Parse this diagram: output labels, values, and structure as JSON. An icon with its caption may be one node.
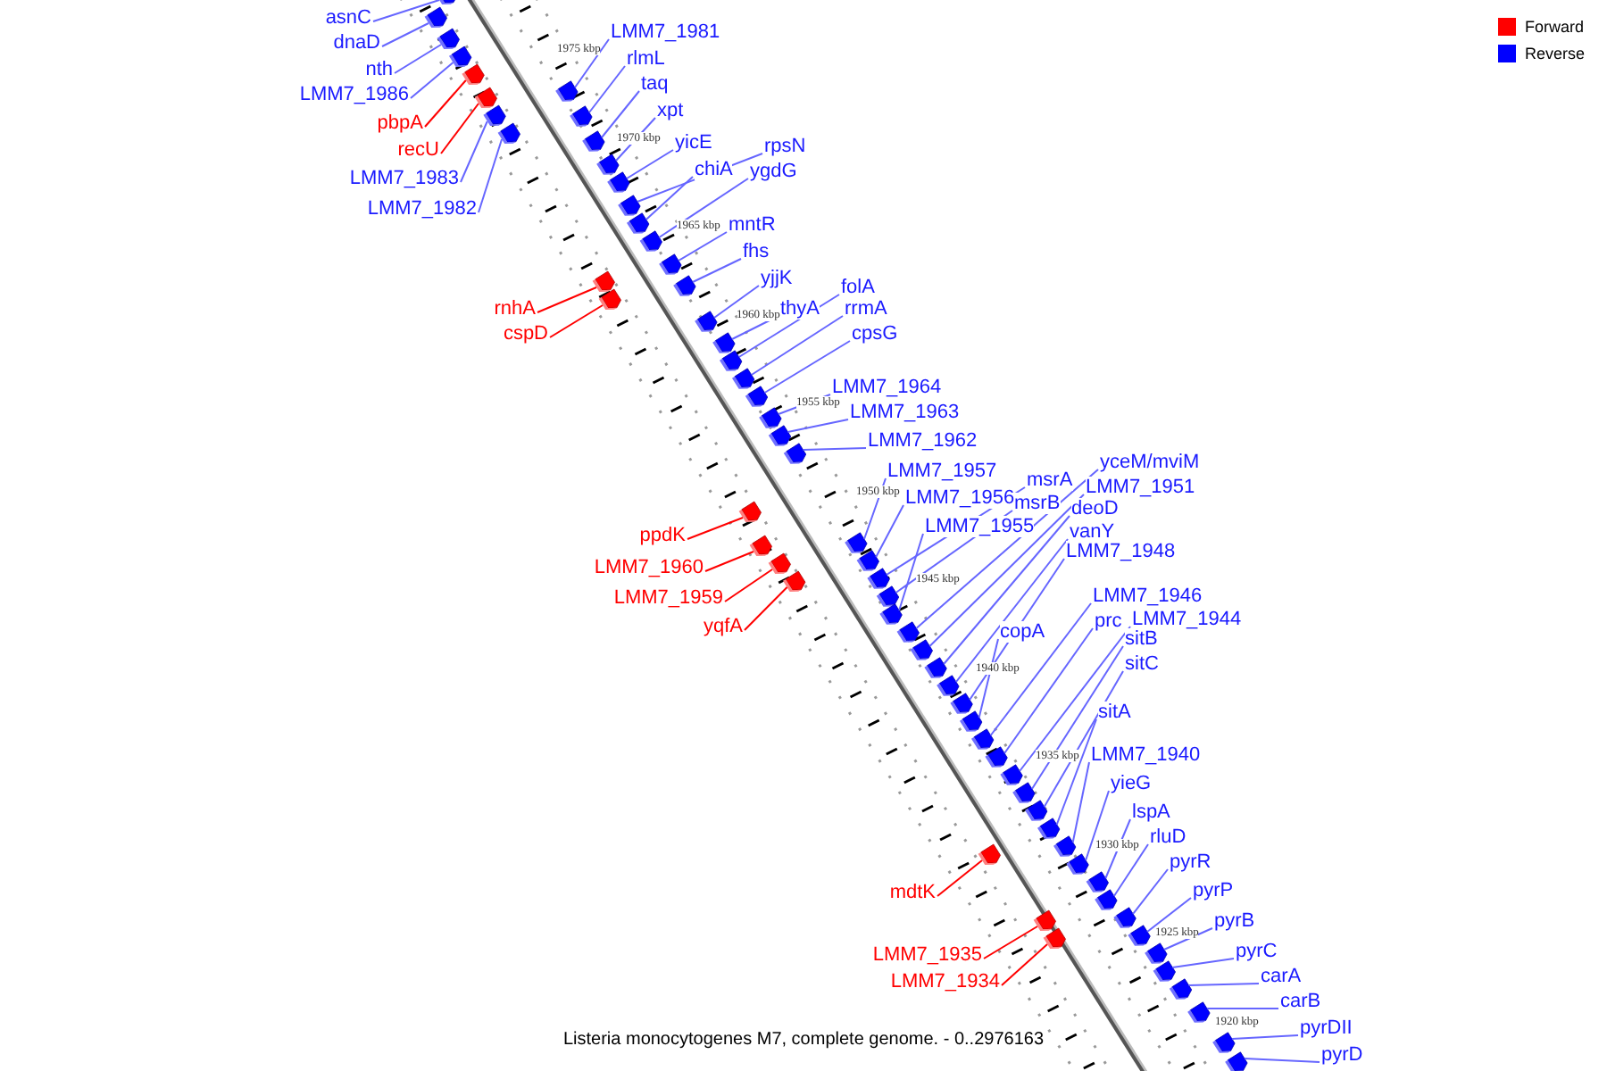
{
  "diagram": {
    "caption": "Listeria monocytogenes M7, complete genome. - 0..2976163",
    "nodes": [
      {
        "text": [
          "asnC"
        ]
      },
      {
        "text": [
          "dnaD"
        ]
      },
      {
        "text": [
          "nth"
        ]
      },
      {
        "text": [
          "LMM7_1986"
        ]
      },
      {
        "text": [
          "pbpA"
        ]
      },
      {
        "text": [
          "recU"
        ]
      },
      {
        "text": [
          "LMM7_1983"
        ]
      },
      {
        "text": [
          "LMM7_1982"
        ]
      },
      {
        "text": [
          "rnhA"
        ]
      },
      {
        "text": [
          "cspD"
        ]
      },
      {
        "text": [
          "ppdK"
        ]
      },
      {
        "text": [
          "LMM7_1960"
        ]
      },
      {
        "text": [
          "LMM7_1959"
        ]
      },
      {
        "text": [
          "yqfA"
        ]
      },
      {
        "text": [
          "mdtK"
        ]
      },
      {
        "text": [
          "LMM7_1935"
        ]
      },
      {
        "text": [
          "LMM7_1934"
        ]
      },
      {
        "text": [
          "LMM7_1981"
        ]
      },
      {
        "text": [
          "rlmL"
        ]
      },
      {
        "text": [
          "taq"
        ]
      },
      {
        "text": [
          "xpt"
        ]
      },
      {
        "text": [
          "yicE"
        ]
      },
      {
        "text": [
          "rpsN"
        ]
      },
      {
        "text": [
          "chiA"
        ]
      },
      {
        "text": [
          "ygdG"
        ]
      },
      {
        "text": [
          "mntR"
        ]
      },
      {
        "text": [
          "fhs"
        ]
      },
      {
        "text": [
          "yjjK"
        ]
      },
      {
        "text": [
          "folA"
        ]
      },
      {
        "text": [
          "thyA"
        ]
      },
      {
        "text": [
          "rrmA"
        ]
      },
      {
        "text": [
          "cpsG"
        ]
      },
      {
        "text": [
          "LMM7_1964"
        ]
      },
      {
        "text": [
          "LMM7_1963"
        ]
      },
      {
        "text": [
          "LMM7_1962"
        ]
      },
      {
        "text": [
          "LMM7_1957"
        ]
      },
      {
        "text": [
          "yceM/mviM"
        ]
      },
      {
        "text": [
          "msrA"
        ]
      },
      {
        "text": [
          "LMM7_1951"
        ]
      },
      {
        "text": [
          "LMM7_1956"
        ]
      },
      {
        "text": [
          "msrB"
        ]
      },
      {
        "text": [
          "deoD"
        ]
      },
      {
        "text": [
          "LMM7_1955"
        ]
      },
      {
        "text": [
          "vanY"
        ]
      },
      {
        "text": [
          "LMM7_1948"
        ]
      },
      {
        "text": [
          "LMM7_1946"
        ]
      },
      {
        "text": [
          "LMM7_1944"
        ]
      },
      {
        "text": [
          "prc"
        ]
      },
      {
        "text": [
          "copA"
        ]
      },
      {
        "text": [
          "sitB"
        ]
      },
      {
        "text": [
          "sitC"
        ]
      },
      {
        "text": [
          "sitA"
        ]
      },
      {
        "text": [
          "LMM7_1940"
        ]
      },
      {
        "text": [
          "yieG"
        ]
      },
      {
        "text": [
          "lspA"
        ]
      },
      {
        "text": [
          "rluD"
        ]
      },
      {
        "text": [
          "pyrR"
        ]
      },
      {
        "text": [
          "pyrP"
        ]
      },
      {
        "text": [
          "pyrB"
        ]
      },
      {
        "text": [
          "pyrC"
        ]
      },
      {
        "text": [
          "carA"
        ]
      },
      {
        "text": [
          "carB"
        ]
      },
      {
        "text": [
          "pyrDII"
        ]
      },
      {
        "text": [
          "pyrD"
        ]
      },
      {
        "text": [],
        "shape": "bar"
      },
      {
        "text": [],
        "shape": "bar"
      },
      {
        "text": [],
        "shape": "bar"
      },
      {
        "text": [],
        "shape": "bar"
      },
      {
        "text": [],
        "shape": "bar"
      },
      {
        "text": [],
        "shape": "bar"
      },
      {
        "text": [],
        "shape": "bar"
      },
      {
        "text": [],
        "shape": "bar"
      },
      {
        "text": [],
        "shape": "bar"
      },
      {
        "text": [],
        "shape": "bar"
      },
      {
        "text": [],
        "shape": "bar"
      },
      {
        "text": [],
        "shape": "bar"
      },
      {
        "text": [],
        "shape": "bar"
      },
      {
        "text": [],
        "shape": "bar"
      },
      {
        "text": [],
        "shape": "bar"
      },
      {
        "text": [],
        "shape": "bar"
      },
      {
        "text": [],
        "shape": "bar"
      },
      {
        "text": [],
        "shape": "bar"
      },
      {
        "text": [],
        "shape": "bar"
      },
      {
        "text": [],
        "shape": "bar"
      },
      {
        "text": [],
        "shape": "bar"
      },
      {
        "text": [],
        "shape": "bar"
      },
      {
        "text": [],
        "shape": "bar"
      },
      {
        "text": [],
        "shape": "bar"
      },
      {
        "text": [],
        "shape": "bar"
      },
      {
        "text": [],
        "shape": "bar"
      },
      {
        "text": [],
        "shape": "bar"
      },
      {
        "text": [],
        "shape": "bar"
      },
      {
        "text": [],
        "shape": "bar"
      },
      {
        "text": [],
        "shape": "bar"
      },
      {
        "text": [],
        "shape": "bar"
      },
      {
        "text": [],
        "shape": "bar"
      },
      {
        "text": [],
        "shape": "bar"
      },
      {
        "text": [],
        "shape": "bar"
      },
      {
        "text": [],
        "shape": "bar"
      },
      {
        "text": [],
        "shape": "bar"
      },
      {
        "text": [],
        "shape": "bar"
      },
      {
        "text": [],
        "shape": "bar"
      },
      {
        "text": [],
        "shape": "bar"
      },
      {
        "text": [],
        "shape": "bar"
      },
      {
        "text": [],
        "shape": "bar"
      },
      {
        "text": [],
        "shape": "bar"
      },
      {
        "text": [],
        "shape": "bar"
      },
      {
        "text": [],
        "shape": "bar"
      },
      {
        "text": [],
        "shape": "bar"
      },
      {
        "text": [],
        "shape": "bar"
      },
      {
        "text": [],
        "shape": "bar"
      },
      {
        "text": [],
        "shape": "bar"
      },
      {
        "text": [],
        "shape": "bar"
      },
      {
        "text": [],
        "shape": "bar"
      },
      {
        "text": [],
        "shape": "bar"
      },
      {
        "text": [],
        "shape": "bar"
      },
      {
        "text": [],
        "shape": "bar"
      },
      {
        "text": [],
        "shape": "bar"
      },
      {
        "text": [],
        "shape": "bar"
      },
      {
        "text": [],
        "shape": "bar"
      },
      {
        "text": [],
        "shape": "bar"
      },
      {
        "text": [],
        "shape": "bar"
      },
      {
        "text": [],
        "shape": "bar"
      },
      {
        "text": [],
        "shape": "bar"
      },
      {
        "text": [],
        "shape": "bar"
      },
      {
        "text": [],
        "shape": "bar"
      },
      {
        "text": [],
        "shape": "bar"
      },
      {
        "text": [],
        "shape": "bar"
      }
    ],
    "edges": [
      {
        "from": 0,
        "to": 64,
        "arrow": "none"
      },
      {
        "from": 1,
        "to": 65,
        "arrow": "none"
      },
      {
        "from": 2,
        "to": 66,
        "arrow": "none"
      },
      {
        "from": 3,
        "to": 67,
        "arrow": "none"
      },
      {
        "from": 4,
        "to": 68,
        "arrow": "none",
        "color": "#ff0000"
      },
      {
        "from": 5,
        "to": 69,
        "arrow": "none",
        "color": "#ff0000"
      },
      {
        "from": 6,
        "to": 70,
        "arrow": "none"
      },
      {
        "from": 7,
        "to": 71,
        "arrow": "none"
      },
      {
        "from": 8,
        "to": 72,
        "arrow": "none",
        "color": "#ff0000"
      },
      {
        "from": 9,
        "to": 73,
        "arrow": "none",
        "color": "#ff0000"
      },
      {
        "from": 10,
        "to": 74,
        "arrow": "none",
        "color": "#ff0000"
      },
      {
        "from": 11,
        "to": 75,
        "arrow": "none",
        "color": "#ff0000"
      },
      {
        "from": 12,
        "to": 76,
        "arrow": "none",
        "color": "#ff0000"
      },
      {
        "from": 13,
        "to": 77,
        "arrow": "none",
        "color": "#ff0000"
      },
      {
        "from": 14,
        "to": 78,
        "arrow": "none",
        "color": "#ff0000"
      },
      {
        "from": 15,
        "to": 79,
        "arrow": "none",
        "color": "#ff0000"
      },
      {
        "from": 16,
        "to": 80,
        "arrow": "none",
        "color": "#ff0000"
      },
      {
        "from": 17,
        "to": 81,
        "arrow": "none"
      },
      {
        "from": 18,
        "to": 82,
        "arrow": "none"
      },
      {
        "from": 19,
        "to": 83,
        "arrow": "none"
      },
      {
        "from": 20,
        "to": 84,
        "arrow": "none"
      },
      {
        "from": 21,
        "to": 85,
        "arrow": "none"
      },
      {
        "from": 22,
        "to": 86,
        "arrow": "none"
      },
      {
        "from": 23,
        "to": 87,
        "arrow": "none"
      },
      {
        "from": 24,
        "to": 88,
        "arrow": "none"
      },
      {
        "from": 25,
        "to": 89,
        "arrow": "none"
      },
      {
        "from": 26,
        "to": 90,
        "arrow": "none"
      },
      {
        "from": 27,
        "to": 91,
        "arrow": "none"
      },
      {
        "from": 28,
        "to": 92,
        "arrow": "none"
      },
      {
        "from": 29,
        "to": 93,
        "arrow": "none"
      },
      {
        "from": 30,
        "to": 94,
        "arrow": "none"
      },
      {
        "from": 31,
        "to": 95,
        "arrow": "none"
      },
      {
        "from": 32,
        "to": 96,
        "arrow": "none"
      },
      {
        "from": 33,
        "to": 97,
        "arrow": "none"
      },
      {
        "from": 34,
        "to": 98,
        "arrow": "none"
      },
      {
        "from": 35,
        "to": 99,
        "arrow": "none"
      },
      {
        "from": 36,
        "to": 100,
        "arrow": "none"
      },
      {
        "from": 37,
        "to": 101,
        "arrow": "none"
      },
      {
        "from": 38,
        "to": 102,
        "arrow": "none"
      },
      {
        "from": 39,
        "to": 103,
        "arrow": "none"
      },
      {
        "from": 40,
        "to": 104,
        "arrow": "none"
      },
      {
        "from": 41,
        "to": 105,
        "arrow": "none"
      },
      {
        "from": 42,
        "to": 106,
        "arrow": "none"
      },
      {
        "from": 43,
        "to": 107,
        "arrow": "none"
      },
      {
        "from": 44,
        "to": 108,
        "arrow": "none"
      },
      {
        "from": 45,
        "to": 109,
        "arrow": "none"
      },
      {
        "from": 46,
        "to": 110,
        "arrow": "none"
      },
      {
        "from": 47,
        "to": 111,
        "arrow": "none"
      },
      {
        "from": 48,
        "to": 112,
        "arrow": "none"
      },
      {
        "from": 49,
        "to": 113,
        "arrow": "none"
      },
      {
        "from": 50,
        "to": 114,
        "arrow": "none"
      },
      {
        "from": 51,
        "to": 115,
        "arrow": "none"
      },
      {
        "from": 52,
        "to": 116,
        "arrow": "none"
      },
      {
        "from": 53,
        "to": 117,
        "arrow": "none"
      },
      {
        "from": 54,
        "to": 118,
        "arrow": "none"
      },
      {
        "from": 55,
        "to": 119,
        "arrow": "none"
      },
      {
        "from": 56,
        "to": 120,
        "arrow": "none"
      },
      {
        "from": 57,
        "to": 121,
        "arrow": "none"
      },
      {
        "from": 58,
        "to": 122,
        "arrow": "none"
      },
      {
        "from": 59,
        "to": 123,
        "arrow": "none"
      },
      {
        "from": 60,
        "to": 124,
        "arrow": "none"
      },
      {
        "from": 61,
        "to": 125,
        "arrow": "none"
      },
      {
        "from": 62,
        "to": 126,
        "arrow": "none"
      },
      {
        "from": 63,
        "to": 127,
        "arrow": "none"
      }
    ],
    "labels": [
      "1975 kbp",
      "1970 kbp",
      "1965 kbp",
      "1960 kbp",
      "1955 kbp",
      "1950 kbp",
      "1945 kbp",
      "1940 kbp",
      "1935 kbp",
      "1930 kbp",
      "1925 kbp",
      "1920 kbp"
    ],
    "legend": [
      {
        "text": "Forward",
        "color": "#ff0000"
      },
      {
        "text": "Reverse",
        "color": "#0000ff"
      }
    ]
  }
}
